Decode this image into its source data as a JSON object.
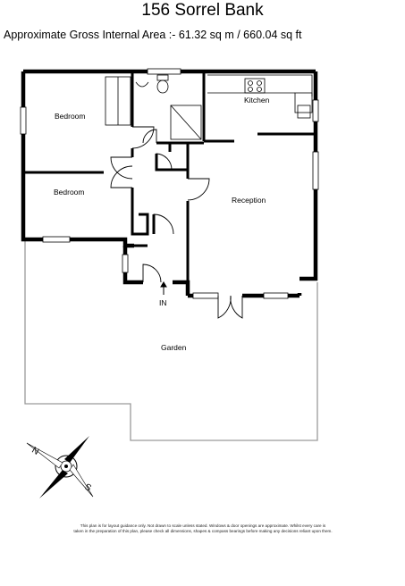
{
  "header": {
    "title": "156 Sorrel Bank",
    "area": "Approximate Gross Internal Area :-  61.32 sq m / 660.04 sq ft"
  },
  "rooms": {
    "bedroom_1": "Bedroom",
    "bedroom_2": "Bedroom",
    "kitchen": "Kitchen",
    "reception": "Reception",
    "garden": "Garden",
    "entrance": "IN"
  },
  "compass": {
    "north": "N",
    "south": "S"
  },
  "footer": {
    "disclaimer_line1": "This plan is for layout guidance only. Not drawn to scale unless stated. Windows & door openings are approximate. Whilst every care is",
    "disclaimer_line2": "taken in the preparation of this plan, please check all dimensions, shapes & compass bearings before making any decisions reliant upon them."
  },
  "colors": {
    "wall": "#000000",
    "background": "#ffffff",
    "garden_outline": "#9a9a9a"
  }
}
